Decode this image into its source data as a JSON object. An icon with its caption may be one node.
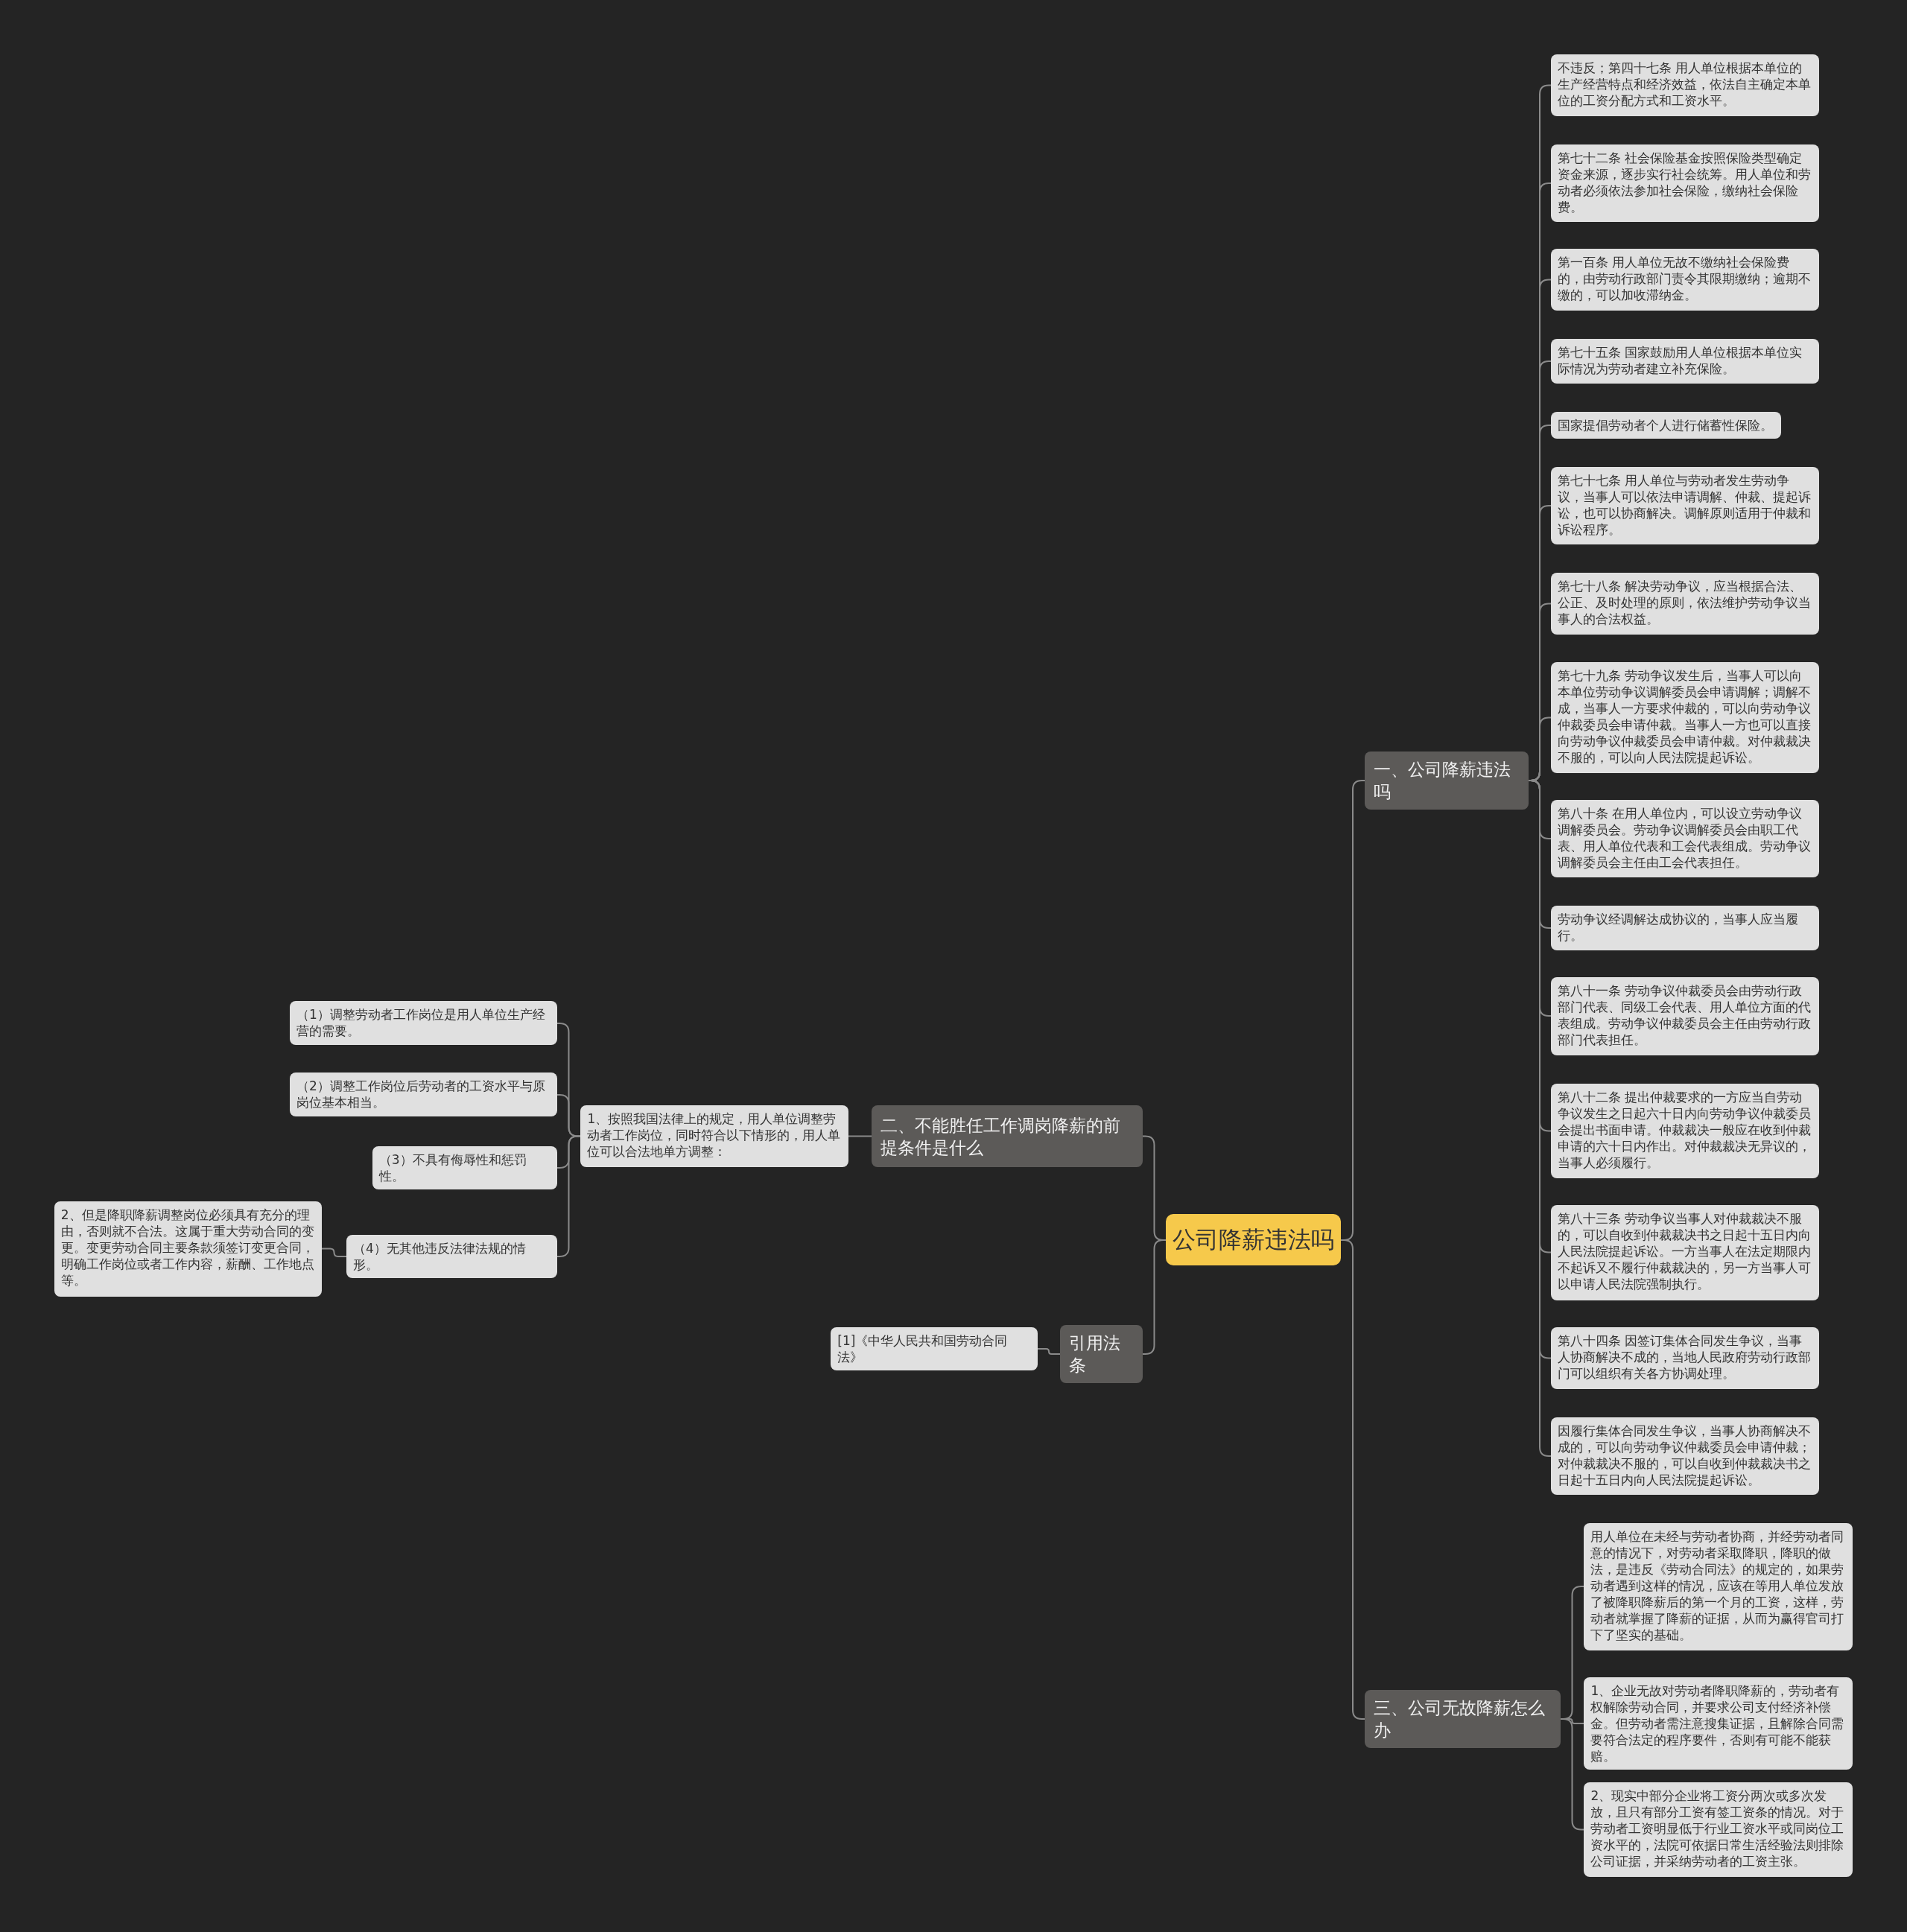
{
  "diagram": {
    "nodes": [
      {
        "text": [
          "公司降薪违法吗"
        ]
      },
      {
        "text": [
          "一、公司降薪违法吗"
        ]
      },
      {
        "text": [
          "不违反；第四十七条 用人单位根据本单位的生产经营特点和经济效益，依法自主确定本单位的工资分配方式和工资水平。"
        ]
      },
      {
        "text": [
          "第七十二条 社会保险基金按照保险类型确定资金来源，逐步实行社会统筹。用人单位和劳动者必须依法参加社会保险，缴纳社会保险费。"
        ]
      },
      {
        "text": [
          "第一百条 用人单位无故不缴纳社会保险费的，由劳动行政部门责令其限期缴纳；逾期不缴的，可以加收滞纳金。"
        ]
      },
      {
        "text": [
          "第七十五条 国家鼓励用人单位根据本单位实际情况为劳动者建立补充保险。"
        ]
      },
      {
        "text": [
          "国家提倡劳动者个人进行储蓄性保险。"
        ]
      },
      {
        "text": [
          "第七十七条 用人单位与劳动者发生劳动争议，当事人可以依法申请调解、仲裁、提起诉讼，也可以协商解决。调解原则适用于仲裁和诉讼程序。"
        ]
      },
      {
        "text": [
          "第七十八条 解决劳动争议，应当根据合法、公正、及时处理的原则，依法维护劳动争议当事人的合法权益。"
        ]
      },
      {
        "text": [
          "第七十九条 劳动争议发生后，当事人可以向本单位劳动争议调解委员会申请调解；调解不成，当事人一方要求仲裁的，可以向劳动争议仲裁委员会申请仲裁。当事人一方也可以直接向劳动争议仲裁委员会申请仲裁。对仲裁裁决不服的，可以向人民法院提起诉讼。"
        ]
      },
      {
        "text": [
          "第八十条 在用人单位内，可以设立劳动争议调解委员会。劳动争议调解委员会由职工代表、用人单位代表和工会代表组成。劳动争议调解委员会主任由工会代表担任。"
        ]
      },
      {
        "text": [
          "劳动争议经调解达成协议的，当事人应当履行。"
        ]
      },
      {
        "text": [
          "第八十一条 劳动争议仲裁委员会由劳动行政部门代表、同级工会代表、用人单位方面的代表组成。劳动争议仲裁委员会主任由劳动行政部门代表担任。"
        ]
      },
      {
        "text": [
          "第八十二条 提出仲裁要求的一方应当自劳动争议发生之日起六十日内向劳动争议仲裁委员会提出书面申请。仲裁裁决一般应在收到仲裁申请的六十日内作出。对仲裁裁决无异议的，当事人必须履行。"
        ]
      },
      {
        "text": [
          "第八十三条 劳动争议当事人对仲裁裁决不服的，可以自收到仲裁裁决书之日起十五日内向人民法院提起诉讼。一方当事人在法定期限内不起诉又不履行仲裁裁决的，另一方当事人可以申请人民法院强制执行。"
        ]
      },
      {
        "text": [
          "第八十四条 因签订集体合同发生争议，当事人协商解决不成的，当地人民政府劳动行政部门可以组织有关各方协调处理。"
        ]
      },
      {
        "text": [
          "因履行集体合同发生争议，当事人协商解决不成的，可以向劳动争议仲裁委员会申请仲裁；对仲裁裁决不服的，可以自收到仲裁裁决书之日起十五日内向人民法院提起诉讼。"
        ]
      },
      {
        "text": [
          "三、公司无故降薪怎么办"
        ]
      },
      {
        "text": [
          "用人单位在未经与劳动者协商，并经劳动者同意的情况下，对劳动者采取降职，降职的做法，是违反《劳动合同法》的规定的，如果劳动者遇到这样的情况，应该在等用人单位发放了被降职降薪后的第一个月的工资，这样，劳动者就掌握了降薪的证据，从而为赢得官司打下了坚实的基础。"
        ]
      },
      {
        "text": [
          "1、企业无故对劳动者降职降薪的，劳动者有权解除劳动合同，并要求公司支付经济补偿金。但劳动者需注意搜集证据，且解除合同需要符合法定的程序要件，否则有可能不能获赔。"
        ]
      },
      {
        "text": [
          "2、现实中部分企业将工资分两次或多次发放，且只有部分工资有签工资条的情况。对于劳动者工资明显低于行业工资水平或同岗位工资水平的，法院可依据日常生活经验法则排除公司证据，并采纳劳动者的工资主张。"
        ]
      },
      {
        "text": [
          "二、不能胜任工作调岗降薪的前提条件是什么"
        ]
      },
      {
        "text": [
          "1、按照我国法律上的规定，用人单位调整劳动者工作岗位，同时符合以下情形的，用人单位可以合法地单方调整："
        ]
      },
      {
        "text": [
          "（1）调整劳动者工作岗位是用人单位生产经营的需要。"
        ]
      },
      {
        "text": [
          "（2）调整工作岗位后劳动者的工资水平与原岗位基本相当。"
        ]
      },
      {
        "text": [
          "（3）不具有侮辱性和惩罚性。"
        ]
      },
      {
        "text": [
          "（4）无其他违反法律法规的情形。"
        ]
      },
      {
        "text": [
          "2、但是降职降薪调整岗位必须具有充分的理由，否则就不合法。这属于重大劳动合同的变更。变更劳动合同主要条款须签订变更合同，明确工作岗位或者工作内容，薪酬、工作地点等。"
        ]
      },
      {
        "text": [
          "引用法条"
        ]
      },
      {
        "text": [
          "[1]《中华人民共和国劳动合同法》"
        ]
      }
    ],
    "edges": [
      {
        "from": 0,
        "to": 1,
        "arrow": "none"
      },
      {
        "from": 1,
        "to": 2,
        "arrow": "none"
      },
      {
        "from": 1,
        "to": 3,
        "arrow": "none"
      },
      {
        "from": 1,
        "to": 4,
        "arrow": "none"
      },
      {
        "from": 1,
        "to": 5,
        "arrow": "none"
      },
      {
        "from": 1,
        "to": 6,
        "arrow": "none"
      },
      {
        "from": 1,
        "to": 7,
        "arrow": "none"
      },
      {
        "from": 1,
        "to": 8,
        "arrow": "none"
      },
      {
        "from": 1,
        "to": 9,
        "arrow": "none"
      },
      {
        "from": 1,
        "to": 10,
        "arrow": "none"
      },
      {
        "from": 1,
        "to": 11,
        "arrow": "none"
      },
      {
        "from": 1,
        "to": 12,
        "arrow": "none"
      },
      {
        "from": 1,
        "to": 13,
        "arrow": "none"
      },
      {
        "from": 1,
        "to": 14,
        "arrow": "none"
      },
      {
        "from": 1,
        "to": 15,
        "arrow": "none"
      },
      {
        "from": 1,
        "to": 16,
        "arrow": "none"
      },
      {
        "from": 0,
        "to": 17,
        "arrow": "none"
      },
      {
        "from": 17,
        "to": 18,
        "arrow": "none"
      },
      {
        "from": 17,
        "to": 19,
        "arrow": "none"
      },
      {
        "from": 17,
        "to": 20,
        "arrow": "none"
      },
      {
        "from": 0,
        "to": 21,
        "arrow": "none"
      },
      {
        "from": 21,
        "to": 22,
        "arrow": "none"
      },
      {
        "from": 22,
        "to": 23,
        "arrow": "none"
      },
      {
        "from": 22,
        "to": 24,
        "arrow": "none"
      },
      {
        "from": 22,
        "to": 25,
        "arrow": "none"
      },
      {
        "from": 22,
        "to": 26,
        "arrow": "none"
      },
      {
        "from": 26,
        "to": 27,
        "arrow": "none"
      },
      {
        "from": 0,
        "to": 28,
        "arrow": "none"
      },
      {
        "from": 28,
        "to": 29,
        "arrow": "none"
      }
    ]
  }
}
